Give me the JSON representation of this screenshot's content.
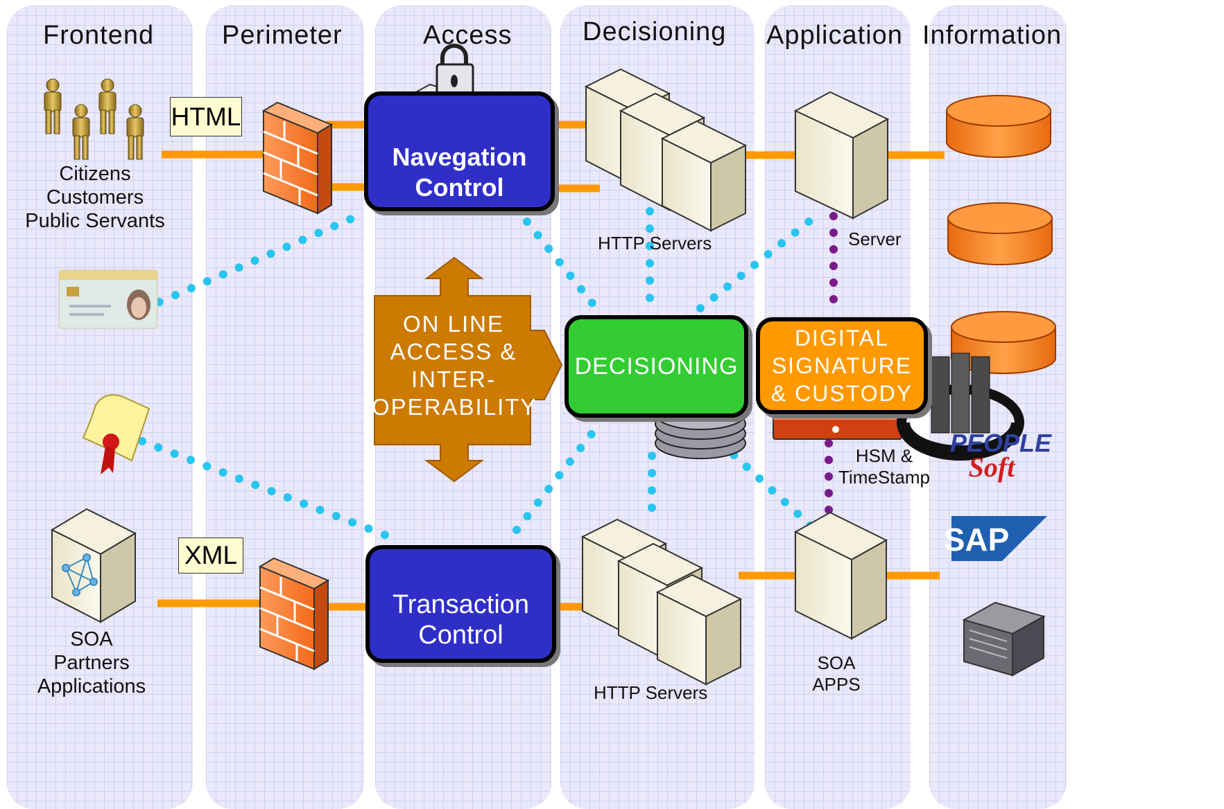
{
  "columns": [
    "Frontend",
    "Perimeter",
    "Access",
    "Decisioning",
    "Application",
    "Information"
  ],
  "actors": {
    "top": [
      "Citizens",
      "Customers",
      "Public Servants"
    ],
    "bottom": [
      "SOA",
      "Partners",
      "Applications"
    ]
  },
  "tags": {
    "html": "HTML",
    "xml": "XML"
  },
  "boxes": {
    "navigation": [
      "Navegation",
      "Control"
    ],
    "transaction": [
      "Transaction",
      "Control"
    ],
    "decisioning": "DECISIONING",
    "signature": [
      "DIGITAL",
      "SIGNATURE",
      "& CUSTODY"
    ]
  },
  "arrow_text": [
    "ON LINE",
    "ACCESS &",
    "INTER-",
    "OPERABILITY"
  ],
  "labels": {
    "http_top": "HTTP Servers",
    "http_bottom": "HTTP Servers",
    "app_server": "Server",
    "hsm": [
      "HSM &",
      "TimeStamp"
    ],
    "soa_apps": [
      "SOA",
      "APPS"
    ]
  },
  "logos": {
    "sap": "SAP",
    "peoplesoft": [
      "PEOPLE",
      "Soft"
    ]
  },
  "colors": {
    "column_bg": "#e9e9fb",
    "connector": "#ff9900",
    "dotted": "#29c5f0",
    "purple": "#7a1a8a",
    "nav_box": "#2f2fc8",
    "decision_box": "#33cc33",
    "signature_box": "#ff9900",
    "arrow": "#cc7a00"
  }
}
